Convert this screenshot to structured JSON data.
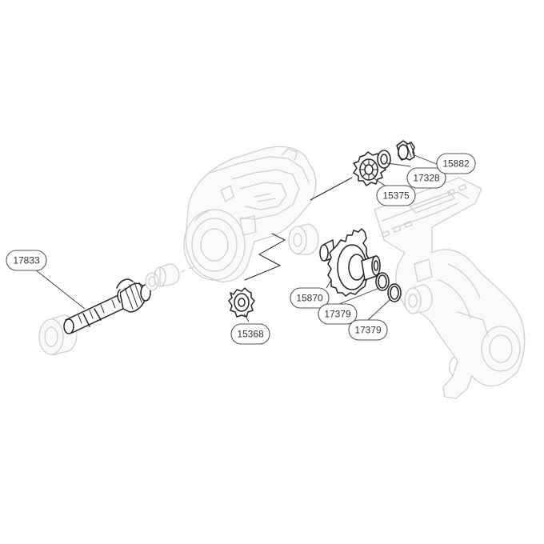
{
  "callouts": [
    {
      "id": "17833",
      "label": "17833"
    },
    {
      "id": "15368",
      "label": "15368"
    },
    {
      "id": "15375",
      "label": "15375"
    },
    {
      "id": "17328",
      "label": "17328"
    },
    {
      "id": "15882",
      "label": "15882"
    },
    {
      "id": "15870",
      "label": "15870"
    },
    {
      "id": "17379a",
      "label": "17379"
    },
    {
      "id": "17379b",
      "label": "17379"
    }
  ]
}
